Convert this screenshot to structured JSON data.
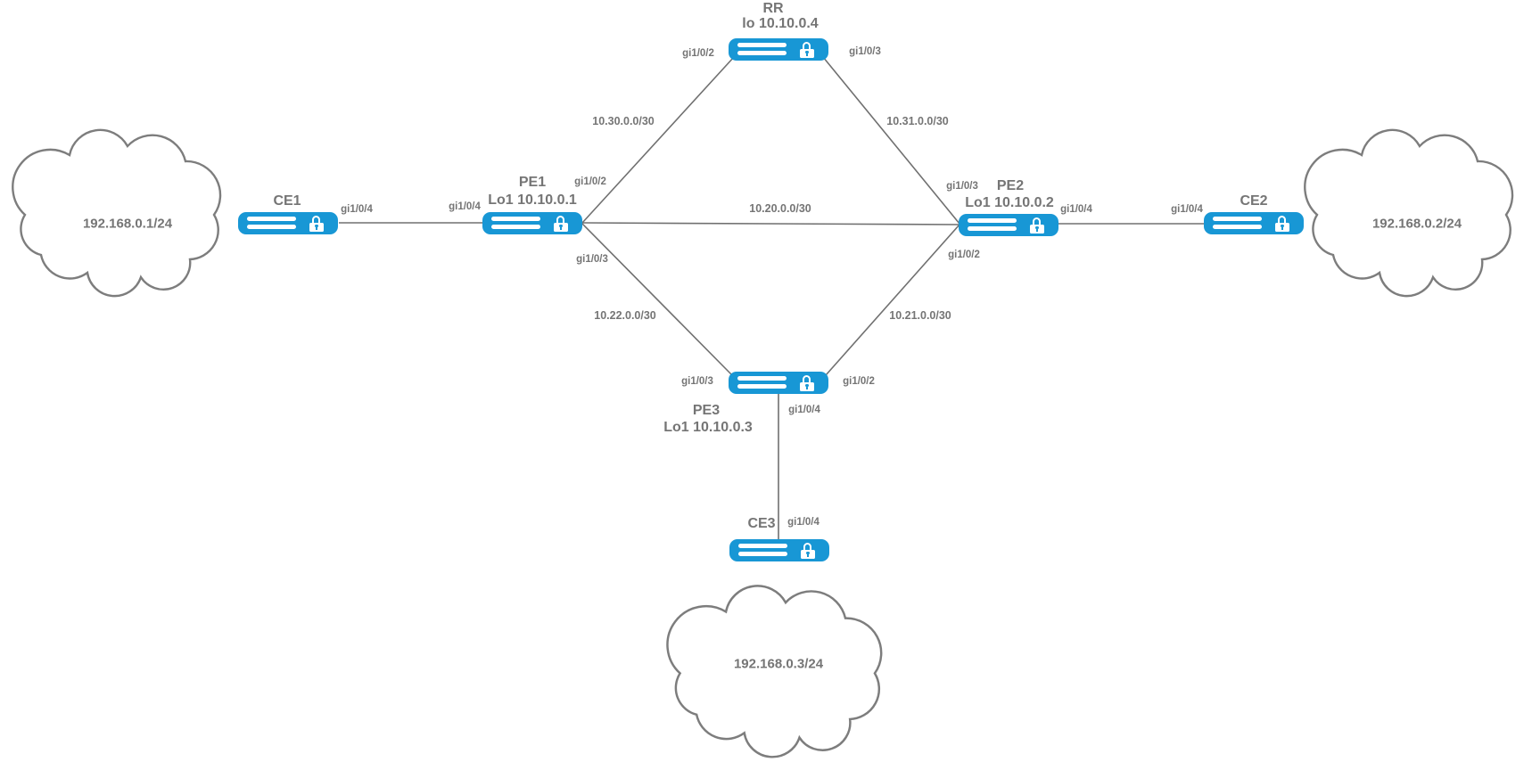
{
  "colors": {
    "router_blue": "#1897d5",
    "line_gray": "#707070",
    "text_gray": "#757575",
    "cloud_stroke": "#7d7d7d"
  },
  "nodes": {
    "rr": {
      "title": "RR",
      "loopback": "lo 10.10.0.4"
    },
    "pe1": {
      "title": "PE1",
      "loopback": "Lo1 10.10.0.1"
    },
    "pe2": {
      "title": "PE2",
      "loopback": "Lo1 10.10.0.2"
    },
    "pe3": {
      "title": "PE3",
      "loopback": "Lo1 10.10.0.3"
    },
    "ce1": {
      "title": "CE1"
    },
    "ce2": {
      "title": "CE2"
    },
    "ce3": {
      "title": "CE3"
    }
  },
  "clouds": {
    "cloud1": {
      "label": "192.168.0.1/24"
    },
    "cloud2": {
      "label": "192.168.0.2/24"
    },
    "cloud3": {
      "label": "192.168.0.3/24"
    }
  },
  "interfaces": {
    "rr_gi102": "gi1/0/2",
    "rr_gi103": "gi1/0/3",
    "pe1_gi102": "gi1/0/2",
    "pe1_gi103": "gi1/0/3",
    "pe1_gi104": "gi1/0/4",
    "pe2_gi102": "gi1/0/2",
    "pe2_gi103": "gi1/0/3",
    "pe2_gi104": "gi1/0/4",
    "pe3_gi102": "gi1/0/2",
    "pe3_gi103": "gi1/0/3",
    "pe3_gi104": "gi1/0/4",
    "ce1_gi104": "gi1/0/4",
    "ce2_gi104": "gi1/0/4",
    "ce3_gi104": "gi1/0/4"
  },
  "links": {
    "pe1_rr": "10.30.0.0/30",
    "rr_pe2": "10.31.0.0/30",
    "pe1_pe2": "10.20.0.0/30",
    "pe1_pe3": "10.22.0.0/30",
    "pe2_pe3": "10.21.0.0/30"
  }
}
